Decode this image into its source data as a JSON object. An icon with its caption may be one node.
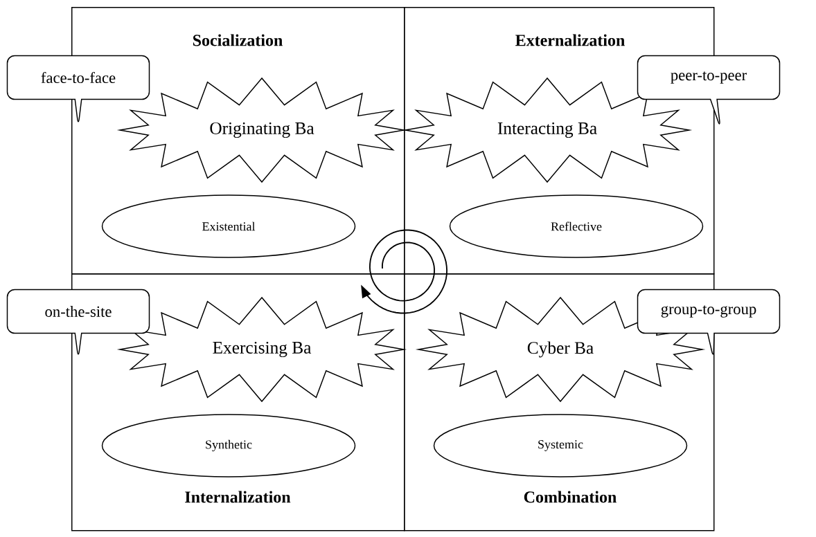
{
  "diagram": {
    "nodes": [
      {
        "text": [
          "Socialization"
        ]
      },
      {
        "text": [
          "Originating Ba"
        ],
        "in": 0
      },
      {
        "text": [
          "Existential"
        ],
        "in": 0
      },
      {
        "text": [
          "Externalization"
        ]
      },
      {
        "text": [
          "Interacting Ba"
        ],
        "in": 3
      },
      {
        "text": [
          "Reflective"
        ],
        "in": 3
      },
      {
        "text": [
          "Internalization"
        ]
      },
      {
        "text": [
          "Exercising Ba"
        ],
        "in": 6
      },
      {
        "text": [
          "Synthetic"
        ],
        "in": 6
      },
      {
        "text": [
          "Combination"
        ]
      },
      {
        "text": [
          "Cyber Ba"
        ],
        "in": 9
      },
      {
        "text": [
          "Systemic"
        ],
        "in": 9
      },
      {
        "text": [
          "face-to-face"
        ]
      },
      {
        "text": [
          "peer-to-peer"
        ]
      },
      {
        "text": [
          "on-the-site"
        ]
      },
      {
        "text": [
          "group-to-group"
        ]
      }
    ]
  }
}
